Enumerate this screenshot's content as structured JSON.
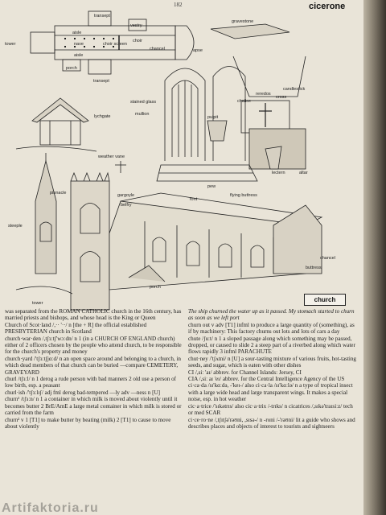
{
  "header": {
    "page_number": "182",
    "guideword": "cicerone"
  },
  "figure_labels": {
    "transept_top": "transept",
    "vestry": "vestry",
    "aisle": "aisle",
    "choir": "choir",
    "tower": "tower",
    "nave": "nave",
    "choir_screen": "choir screen",
    "chancel": "chancel",
    "apse": "apse",
    "aisle_lower": "aisle",
    "porch": "porch",
    "transept_bottom": "transept",
    "gravestone": "gravestone",
    "chalice": "chalice",
    "reredos": "reredos",
    "candlestick": "candlestick",
    "cross": "cross",
    "stained_glass": "stained glass",
    "mullion": "mullion",
    "lychgate": "lychgate",
    "pulpit": "pulpit",
    "lectern": "lectern",
    "altar": "altar",
    "pew": "pew",
    "weather_vane": "weather vane",
    "gargoyle": "gargoyle",
    "font": "font",
    "flying_buttress": "flying buttress",
    "pinnacle": "pinnacle",
    "belfry": "belfry",
    "steeple": "steeple",
    "chancel_ext": "chancel",
    "buttress": "buttress",
    "porch_ext": "porch",
    "tower_spire": "tower",
    "caption": "church"
  },
  "left_column": [
    "was separated from the ROMAN CATHOLIC church in the 16th century, has married priests and bishops, and whose head is the King or Queen",
    "Church of Scot·land /,·· '··/ n [the + R] the official established PRESBYTERIAN church in Scotland",
    "church·war·den /,tʃɜːtʃ'wɔːdn/ n 1 (in a CHURCH OF ENGLAND church) either of 2 officers chosen by the people who attend church, to be responsible for the church's property and money",
    "church·yard /'tʃɜːtʃjɑːd/ n an open space around and belonging to a church, in which dead members of that church can be buried —compare CEMETERY, GRAVEYARD",
    "churl /tʃɜːl/ n 1 derog a rude person with bad manners 2 old use a person of low birth, esp. a peasant",
    "churl·ish /'tʃɜːlɪʃ/ adj fml derog bad-tempered —ly adv —ness n [U]",
    "churn¹ /tʃɜːn/ n 1 a container in which milk is moved about violently until it becomes butter 2 BrE/AmE a large metal container in which milk is stored or carried from the farm",
    "churn² v 1 [T1] to make butter by beating (milk) 2 [T1] to cause to move about violently"
  ],
  "right_column": [
    "The ship churned the water up as it passed. My stomach started to churn as soon as we left port",
    "churn out v adv [T1] infml to produce a large quantity of (something), as if by machinery: This factory churns out lots and lots of cars a day",
    "chute /ʃuːt/ n 1 a sloped passage along which something may be passed, dropped, or caused to slide 2 a steep part of a riverbed along which water flows rapidly 3 infml PARACHUTE",
    "chut·ney /'tʃʌtni/ n [U] a sour-tasting mixture of various fruits, hot-tasting seeds, and sugar, which is eaten with other dishes",
    "CI /,siː 'aɪ/ abbrev. for Channel Islands: Jersey, CI",
    "CIA /,siː aɪ 'eɪ/ abbrev. for the Central Intelligence Agency of the US",
    "ci·ca·da /sɪ'kɑːdə, -'keɪ-/ also ci·ca·la /sɪ'kɑːlə/ n a type of tropical insect with a large wide head and large transparent wings. It makes a special noise, esp. in hot weather",
    "cic·a·trice /'sɪkətrɪs/ also cic·a·trix /-trɪks/ n cicatrices /,sɪkə'traɪsiːz/ tech or med SCAR",
    "ci·ce·ro·ne /,tʃɪtʃə'rəʊni, ,sɪsə-/ n -roni /-'rəʊni/ lit a guide who shows and describes places and objects of interest to tourists and sightseers"
  ],
  "watermark": "Artifaktoria.ru"
}
